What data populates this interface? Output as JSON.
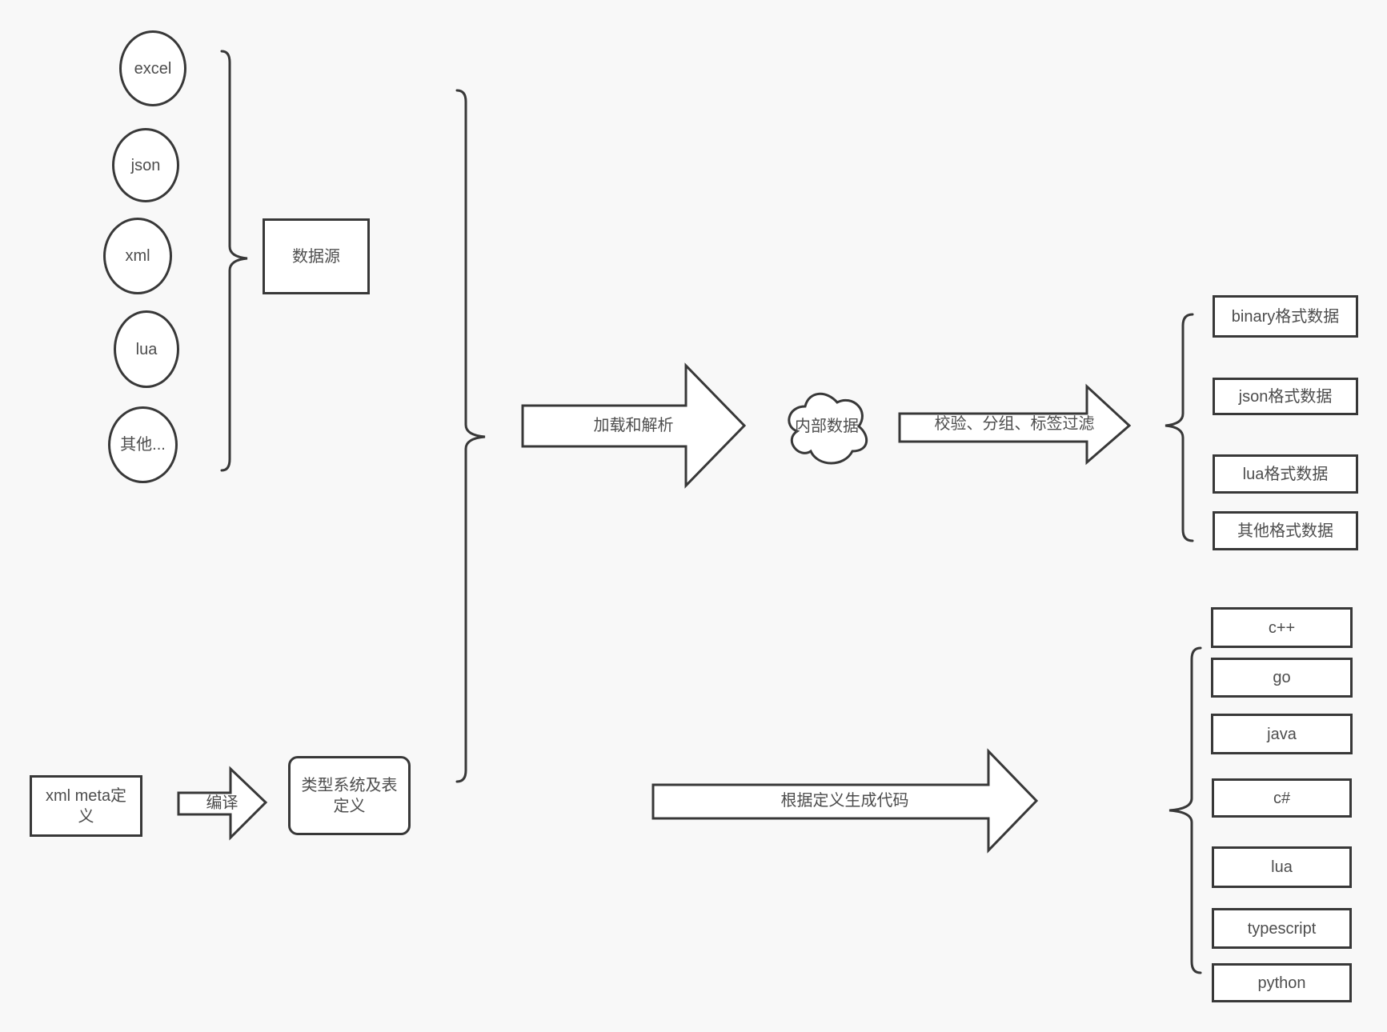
{
  "diagram": {
    "background": "#f8f8f8",
    "stroke_color": "#383838",
    "text_color": "#4d4d4d",
    "sources": {
      "items": [
        "excel",
        "json",
        "xml",
        "lua",
        "其他..."
      ],
      "group_label": "数据源"
    },
    "pipeline": {
      "load_arrow": "加载和解析",
      "internal_data": "内部数据",
      "filter_arrow": "校验、分组、标签过滤",
      "outputs": [
        "binary格式数据",
        "json格式数据",
        "lua格式数据",
        "其他格式数据"
      ]
    },
    "codegen": {
      "meta_definition": "xml meta定义",
      "compile_arrow": "编译",
      "type_system": "类型系统及表定义",
      "generate_arrow": "根据定义生成代码",
      "languages": [
        "c++",
        "go",
        "java",
        "c#",
        "lua",
        "typescript",
        "python"
      ]
    }
  }
}
